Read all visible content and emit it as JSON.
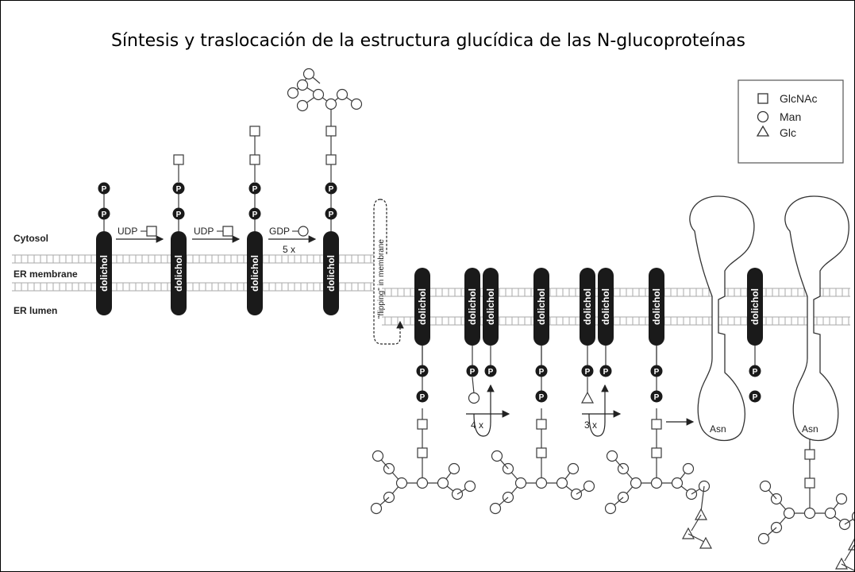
{
  "title": "Síntesis y traslocación de la estructura glucídica de las N-glucoproteínas",
  "legend": {
    "items": [
      {
        "shape": "square",
        "label": "GlcNAc"
      },
      {
        "shape": "circle",
        "label": "Man"
      },
      {
        "shape": "triangle",
        "label": "Glc"
      }
    ]
  },
  "regions": {
    "cytosol": "Cytosol",
    "membrane": "ER membrane",
    "lumen": "ER lumen"
  },
  "lipid_label": "dolichol",
  "phosphate_label": "P",
  "donors": {
    "udp_1": "UDP",
    "udp_2": "UDP",
    "gdp": "GDP",
    "repeat_5x": "5 x"
  },
  "flipping_label": "\"flipping\" in membrane",
  "repeat_4x": "4 x",
  "repeat_3x": "3 x",
  "asn_label": "Asn",
  "colors": {
    "carrier": "#1a1a1a",
    "stroke": "#3a3a3a",
    "membrane": "#b8b8b8",
    "membrane_tint": "#c9c9dc"
  }
}
